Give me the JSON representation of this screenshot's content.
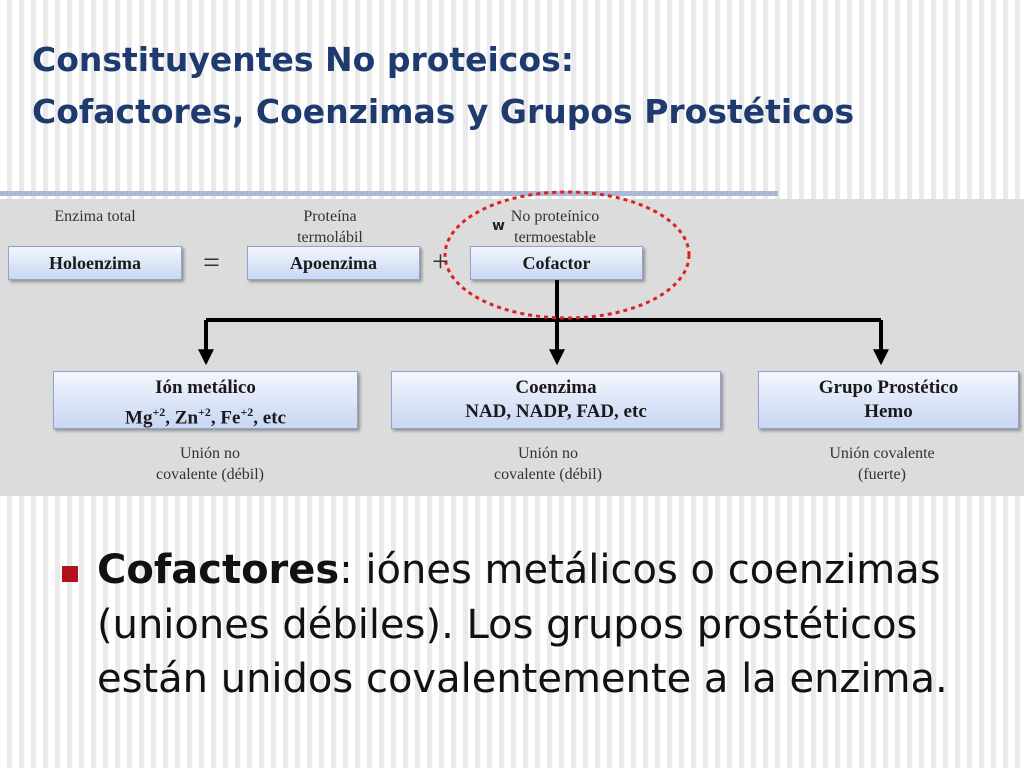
{
  "slide": {
    "title_line1": "Constituyentes No proteicos:",
    "title_line2": "Cofactores, Coenzimas y Grupos Prostéticos",
    "accent_color": "#1f3a6e",
    "bullet_color": "#b3121b"
  },
  "diagram": {
    "top_captions": {
      "holoenzima": "Enzima total",
      "apoenzima_1": "Proteína",
      "apoenzima_2": "termolábil",
      "cofactor_1": "No proteínico",
      "cofactor_2": "termoestable"
    },
    "stray_mark": "w",
    "nodes": {
      "holoenzima": "Holoenzima",
      "apoenzima": "Apoenzima",
      "cofactor": "Cofactor"
    },
    "operators": {
      "equals": "=",
      "plus": "+"
    },
    "branches": [
      {
        "title": "Ión metálico",
        "examples": "Mg+2, Zn+2, Fe+2, etc",
        "caption_1": "Unión no",
        "caption_2": "covalente (débil)"
      },
      {
        "title": "Coenzima",
        "examples": "NAD, NADP, FAD, etc",
        "caption_1": "Unión no",
        "caption_2": "covalente (débil)"
      },
      {
        "title": "Grupo Prostético",
        "examples": "Hemo",
        "caption_1": "Unión covalente",
        "caption_2": "(fuerte)"
      }
    ]
  },
  "bullet": {
    "term": "Cofactores",
    "text": ": iónes metálicos o coenzimas (uniones débiles). Los grupos prostéticos están  unidos covalentemente a la enzima."
  }
}
